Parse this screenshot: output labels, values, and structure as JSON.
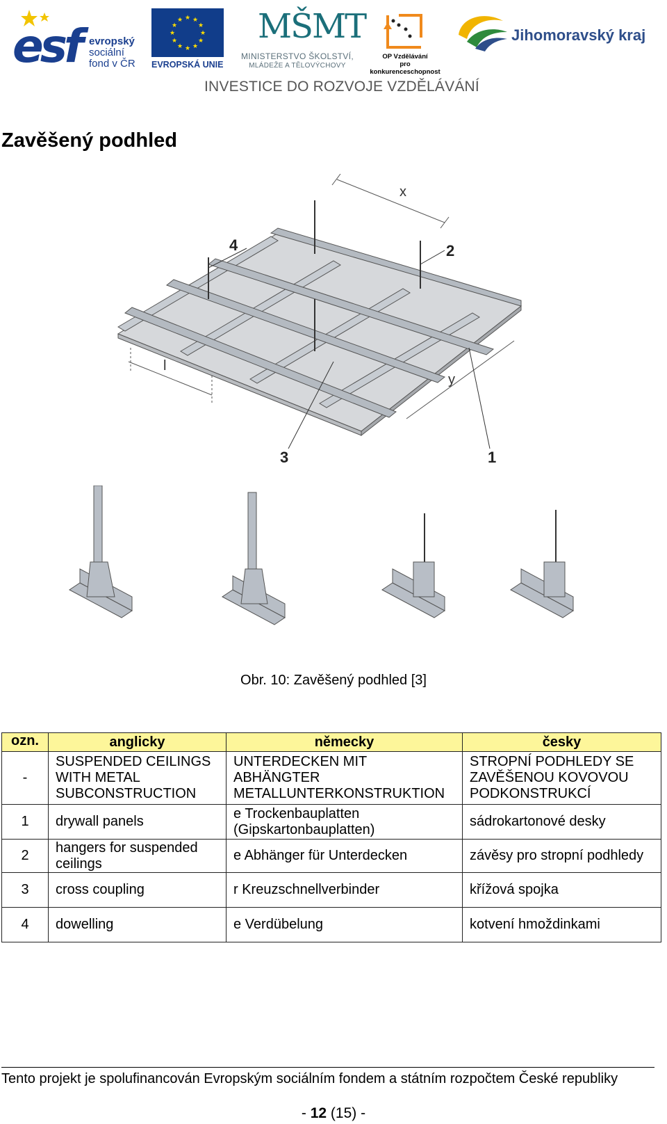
{
  "header": {
    "esf": {
      "letters": "esf",
      "line1": "evropský",
      "line2": "sociální",
      "line3": "fond v ČR"
    },
    "eu": {
      "caption": "EVROPSKÁ UNIE"
    },
    "msmt": {
      "mark": "MŠMT",
      "line1": "MINISTERSTVO ŠKOLSTVÍ,",
      "line2": "MLÁDEŽE A TĚLOVÝCHOVY"
    },
    "op": {
      "line1": "OP Vzdělávání",
      "line2": "pro konkurenceschopnost"
    },
    "jmk": {
      "name": "Jihomoravský kraj"
    },
    "tagline": "INVESTICE DO ROZVOJE VZDĚLÁVÁNÍ"
  },
  "title": "Zavěšený podhled",
  "figure": {
    "labels": {
      "x": "x",
      "y": "y",
      "l": "l",
      "n1": "1",
      "n2": "2",
      "n3": "3",
      "n4": "4"
    },
    "caption": "Obr. 10: Zavěšený podhled [3]"
  },
  "table": {
    "headers": {
      "ozn": "ozn.",
      "en": "anglicky",
      "de": "německy",
      "cz": "česky"
    },
    "rows": [
      {
        "ozn": "-",
        "en": "SUSPENDED CEILINGS WITH METAL SUBCONSTRUCTION",
        "de": "UNTERDECKEN MIT ABHÄNGTER METALLUNTERKONSTRUKTION",
        "cz": "STROPNÍ PODHLEDY SE ZAVĚŠENOU KOVOVOU PODKONSTRUKCÍ"
      },
      {
        "ozn": "1",
        "en": "drywall panels",
        "de": "e Trockenbauplatten (Gipskartonbauplatten)",
        "cz": "sádrokartonové desky"
      },
      {
        "ozn": "2",
        "en": "hangers for suspended ceilings",
        "de": "e Abhänger für Unterdecken",
        "cz": "závěsy pro stropní podhledy"
      },
      {
        "ozn": "3",
        "en": "cross coupling",
        "de": "r Kreuzschnellverbinder",
        "cz": "křížová spojka"
      },
      {
        "ozn": "4",
        "en": "dowelling",
        "de": "e Verdübelung",
        "cz": "kotvení hmoždinkami"
      }
    ]
  },
  "footer": {
    "text": "Tento projekt je spolufinancován Evropským sociálním fondem a státním rozpočtem České republiky",
    "page_prefix": "- ",
    "page_current": "12",
    "page_total": " (15) -"
  },
  "colors": {
    "table_header": "#fdf69a",
    "esf_blue": "#1a3f8f",
    "eu_blue": "#113d8a",
    "eu_star": "#ffdd00"
  }
}
